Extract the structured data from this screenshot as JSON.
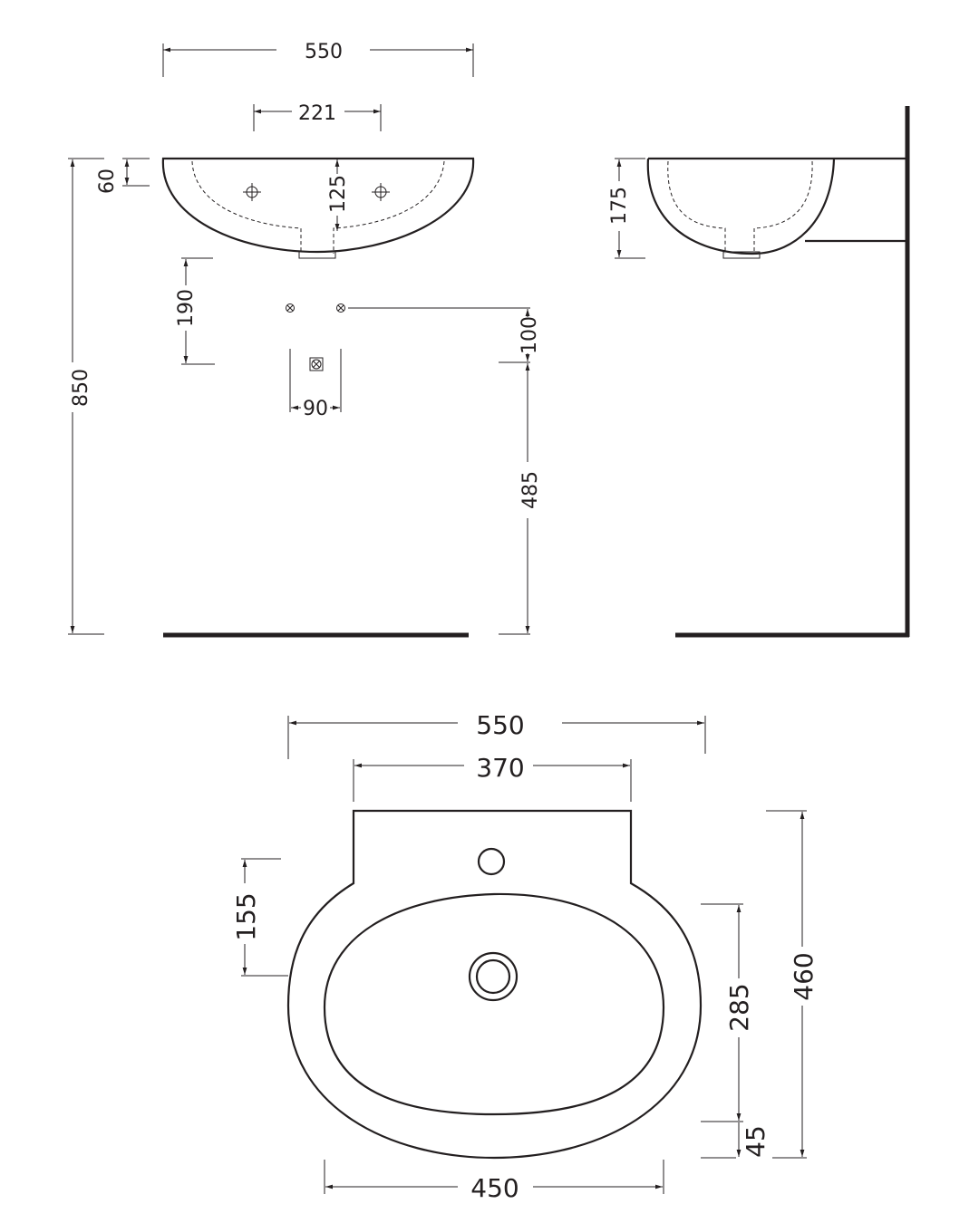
{
  "front_view": {
    "width_total": "550",
    "tap_spacing": "221",
    "rim_height": "60",
    "tap_depth": "125",
    "height_from_floor": "850",
    "fixing_offset": "190",
    "fixing_to_waste": "100",
    "waste_width": "90",
    "waste_height": "485"
  },
  "side_view": {
    "depth": "175"
  },
  "plan_view": {
    "width_total": "550",
    "back_plate_width": "370",
    "tap_to_waste": "155",
    "bowl_depth": "285",
    "front_rim": "45",
    "total_depth": "460",
    "bowl_width": "450"
  },
  "colors": {
    "line": "#231f20",
    "background": "#ffffff"
  }
}
